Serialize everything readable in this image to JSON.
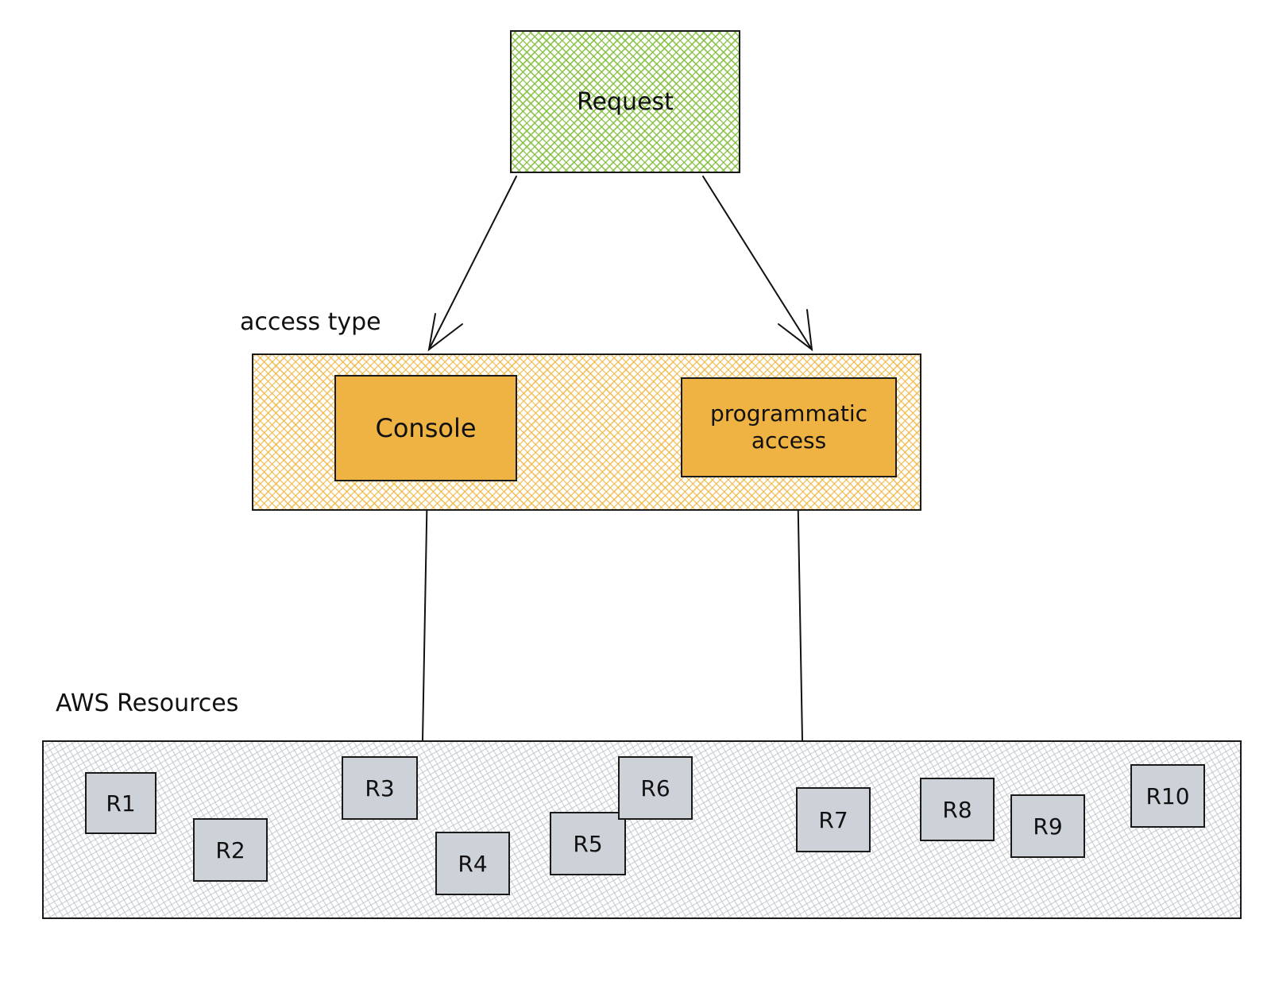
{
  "diagram": {
    "request": {
      "label": "Request",
      "fill": "#82be3c"
    },
    "access_group": {
      "title": "access type",
      "fill": "#f0b43c"
    },
    "access_types": [
      {
        "label": "Console",
        "fill": "#efb343"
      },
      {
        "label": "programmatic access",
        "fill": "#efb343"
      }
    ],
    "resources_group": {
      "title": "AWS Resources",
      "fill": "#bec4cc"
    },
    "resources": [
      {
        "label": "R1"
      },
      {
        "label": "R2"
      },
      {
        "label": "R3"
      },
      {
        "label": "R4"
      },
      {
        "label": "R5"
      },
      {
        "label": "R6"
      },
      {
        "label": "R7"
      },
      {
        "label": "R8"
      },
      {
        "label": "R9"
      },
      {
        "label": "R10"
      }
    ],
    "edges": [
      {
        "from": "Request",
        "to": "Console",
        "type": "arrow"
      },
      {
        "from": "Request",
        "to": "programmatic access",
        "type": "arrow"
      },
      {
        "from": "Console",
        "to": "AWS Resources",
        "type": "line"
      },
      {
        "from": "programmatic access",
        "to": "AWS Resources",
        "type": "line"
      }
    ]
  }
}
